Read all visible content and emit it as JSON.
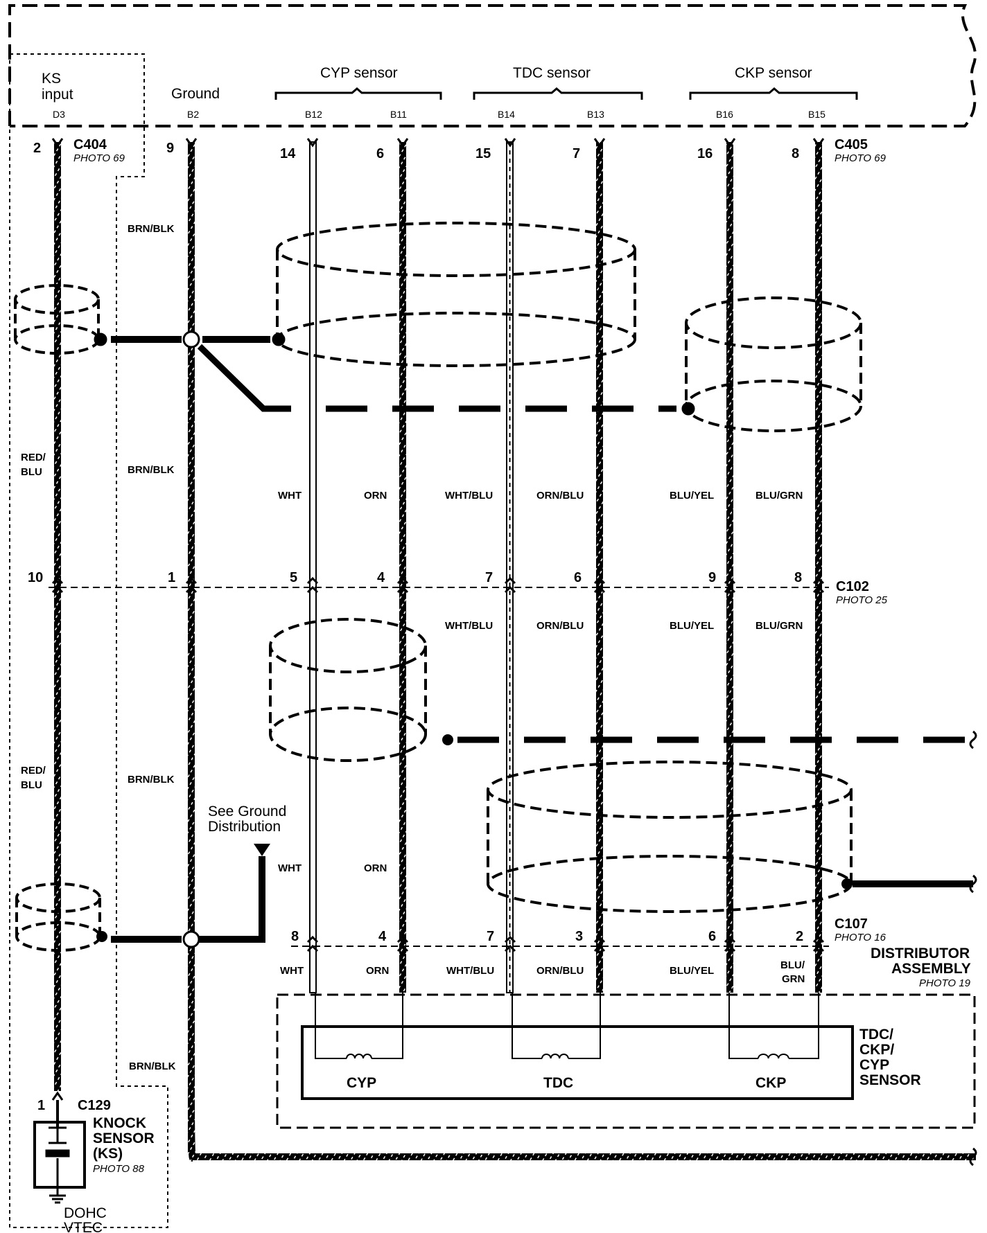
{
  "ecm_box": {
    "ks_input_line1": "KS",
    "ks_input_line2": "input",
    "ks_pin": "D3",
    "ground": "Ground",
    "ground_pin": "B2",
    "cyp_sensor": "CYP sensor",
    "tdc_sensor": "TDC sensor",
    "ckp_sensor": "CKP sensor",
    "pins": [
      "B12",
      "B11",
      "B14",
      "B13",
      "B16",
      "B15"
    ]
  },
  "c404": {
    "name": "C404",
    "photo": "PHOTO 69",
    "pin_ks": "2"
  },
  "c405": {
    "name": "C405",
    "photo": "PHOTO 69",
    "pins": [
      "9",
      "14",
      "6",
      "15",
      "7",
      "16",
      "8"
    ]
  },
  "c102": {
    "name": "C102",
    "photo": "PHOTO 25",
    "pins": [
      "10",
      "1",
      "5",
      "4",
      "7",
      "6",
      "9",
      "8"
    ]
  },
  "c107": {
    "name": "C107",
    "photo": "PHOTO 16",
    "pins": [
      "8",
      "4",
      "7",
      "3",
      "6",
      "2"
    ]
  },
  "c129": {
    "name": "C129",
    "pin": "1"
  },
  "wire_colors": {
    "ks": "RED/BLU",
    "ks_line1": "RED/",
    "ks_line2": "BLU",
    "ground": "BRN/BLK",
    "cyp_pos": "WHT",
    "cyp_neg": "ORN",
    "tdc_pos": "WHT/BLU",
    "tdc_neg": "ORN/BLU",
    "ckp_pos": "BLU/YEL",
    "ckp_neg": "BLU/GRN",
    "ckp_neg_line1": "BLU/",
    "ckp_neg_line2": "GRN"
  },
  "ground_note": {
    "line1": "See Ground",
    "line2": "Distribution"
  },
  "distributor": {
    "line1": "DISTRIBUTOR",
    "line2": "ASSEMBLY",
    "photo": "PHOTO 19"
  },
  "sensor": {
    "line1": "TDC/",
    "line2": "CKP/",
    "line3": "CYP",
    "line4": "SENSOR",
    "cyp": "CYP",
    "tdc": "TDC",
    "ckp": "CKP"
  },
  "knock": {
    "line1": "KNOCK",
    "line2": "SENSOR",
    "line3": "(KS)",
    "photo": "PHOTO 88"
  },
  "variant": {
    "line1": "DOHC",
    "line2": "VTEC"
  }
}
